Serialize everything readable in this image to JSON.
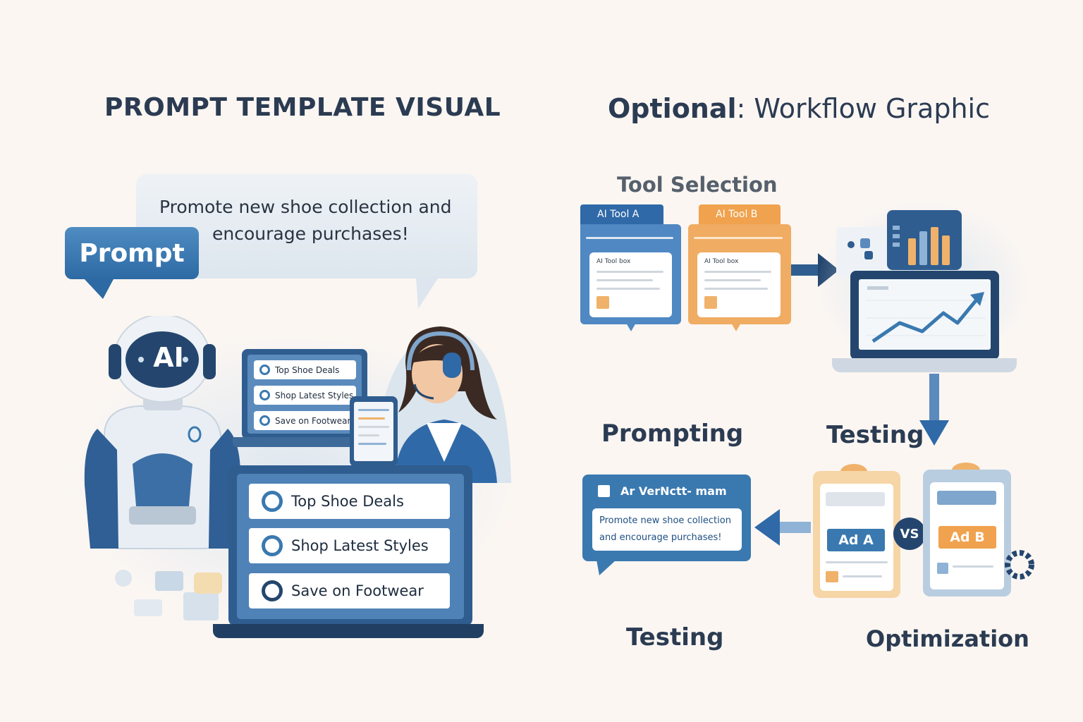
{
  "left": {
    "title": "PROMPT TEMPLATE VISUAL",
    "speech_text_line1": "Promote new shoe collection and",
    "speech_text_line2": "encourage purchases!",
    "prompt_label": "Prompt",
    "robot_label": "AI",
    "small_menu": [
      "Top Shoe Deals",
      "Shop Latest Styles",
      "Save on Footwear"
    ],
    "laptop_menu": [
      "Top Shoe Deals",
      "Shop Latest Styles",
      "Save on Footwear"
    ]
  },
  "right": {
    "title_bold": "Optional",
    "title_rest": ": Workflow Graphic",
    "tool_selection": "Tool Selection",
    "tool_a": "AI Tool A",
    "tool_b": "AI Tool B",
    "tool_card_label": "AI Tool box",
    "prompting": "Prompting",
    "testing_top": "Testing",
    "testing_bottom": "Testing",
    "optimization": "Optimization",
    "prompt_card_header": "Ar VerNctt- mam",
    "prompt_card_line1": "Promote new shoe collection",
    "prompt_card_line2": "and encourage purchases!",
    "ad_a": "Ad A",
    "ad_b": "Ad B",
    "vs": "VS"
  },
  "colors": {
    "blue": "#3a79b0",
    "dark_blue": "#24466e",
    "orange": "#f0a24e",
    "background": "#fbf6f2"
  }
}
